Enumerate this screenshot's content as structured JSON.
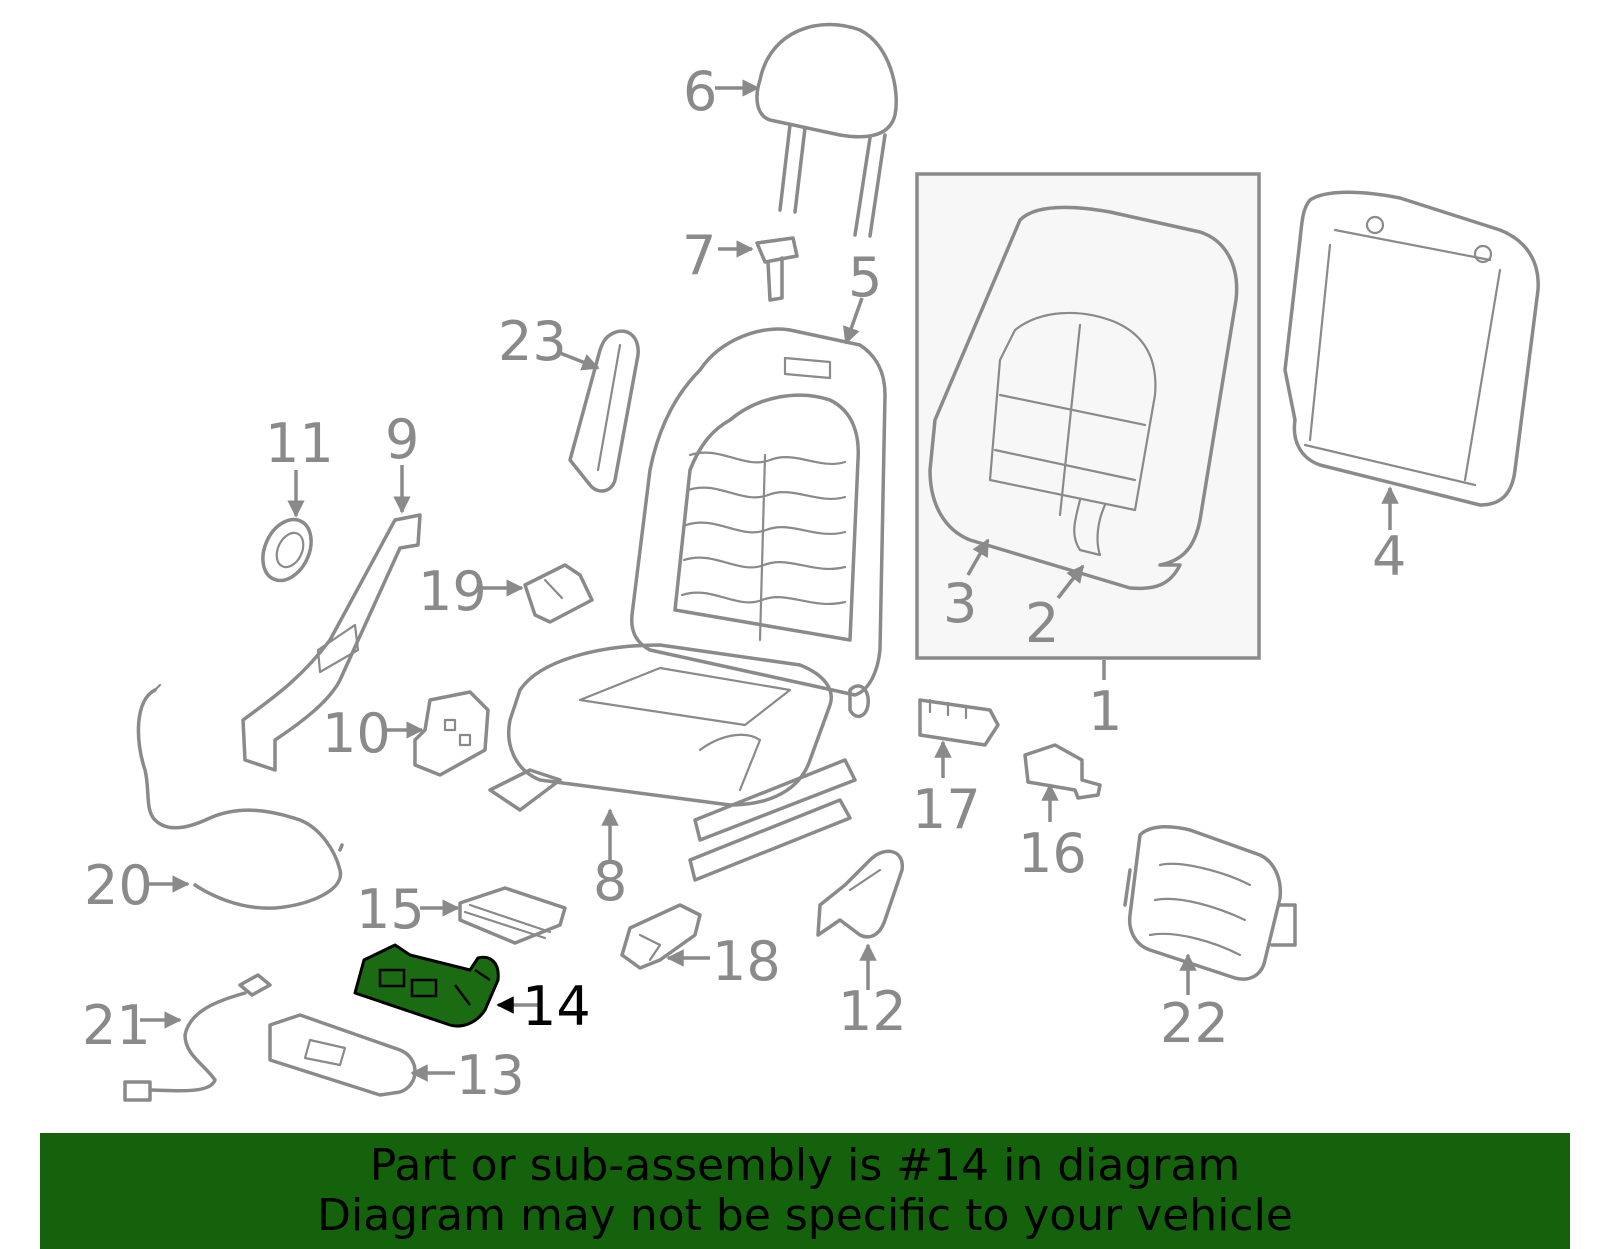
{
  "callouts": [
    "1",
    "2",
    "3",
    "4",
    "5",
    "6",
    "7",
    "8",
    "9",
    "10",
    "11",
    "12",
    "13",
    "14",
    "15",
    "16",
    "17",
    "18",
    "19",
    "20",
    "21",
    "22",
    "23"
  ],
  "highlighted_part": "14",
  "banner": {
    "line1": "Part or sub-assembly is #14 in diagram",
    "line2": "Diagram may not be specific to your vehicle"
  },
  "colors": {
    "highlight": "#1a6b12",
    "banner": "#15620c",
    "lines": "#8a8a8a"
  }
}
